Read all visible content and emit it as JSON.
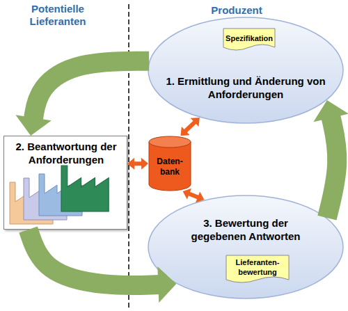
{
  "diagram": {
    "nodes": [
      {
        "text": [
          "1. Ermittlung und Änderung von Anforderungen"
        ]
      },
      {
        "text": [
          "Spezifikation"
        ],
        "in": 0
      },
      {
        "text": [
          "2. Beantwortung der Anforderungen"
        ]
      },
      {
        "text": [
          "Daten- bank"
        ]
      },
      {
        "text": [
          "3. Bewertung der gegebenen Antworten"
        ]
      },
      {
        "text": [
          "Lieferanten- bewertung"
        ],
        "in": 4
      }
    ],
    "edges": [
      {
        "from": 0,
        "to": 2,
        "arrow": "to"
      },
      {
        "from": 2,
        "to": 4,
        "arrow": "to"
      },
      {
        "from": 4,
        "to": 0,
        "arrow": "to"
      },
      {
        "from": 3,
        "to": 2,
        "arrow": "both"
      },
      {
        "from": 3,
        "to": 0,
        "arrow": "both"
      },
      {
        "from": 3,
        "to": 4,
        "arrow": "both"
      }
    ],
    "labels": [
      "Potentielle Lieferanten",
      "Produzent"
    ]
  }
}
